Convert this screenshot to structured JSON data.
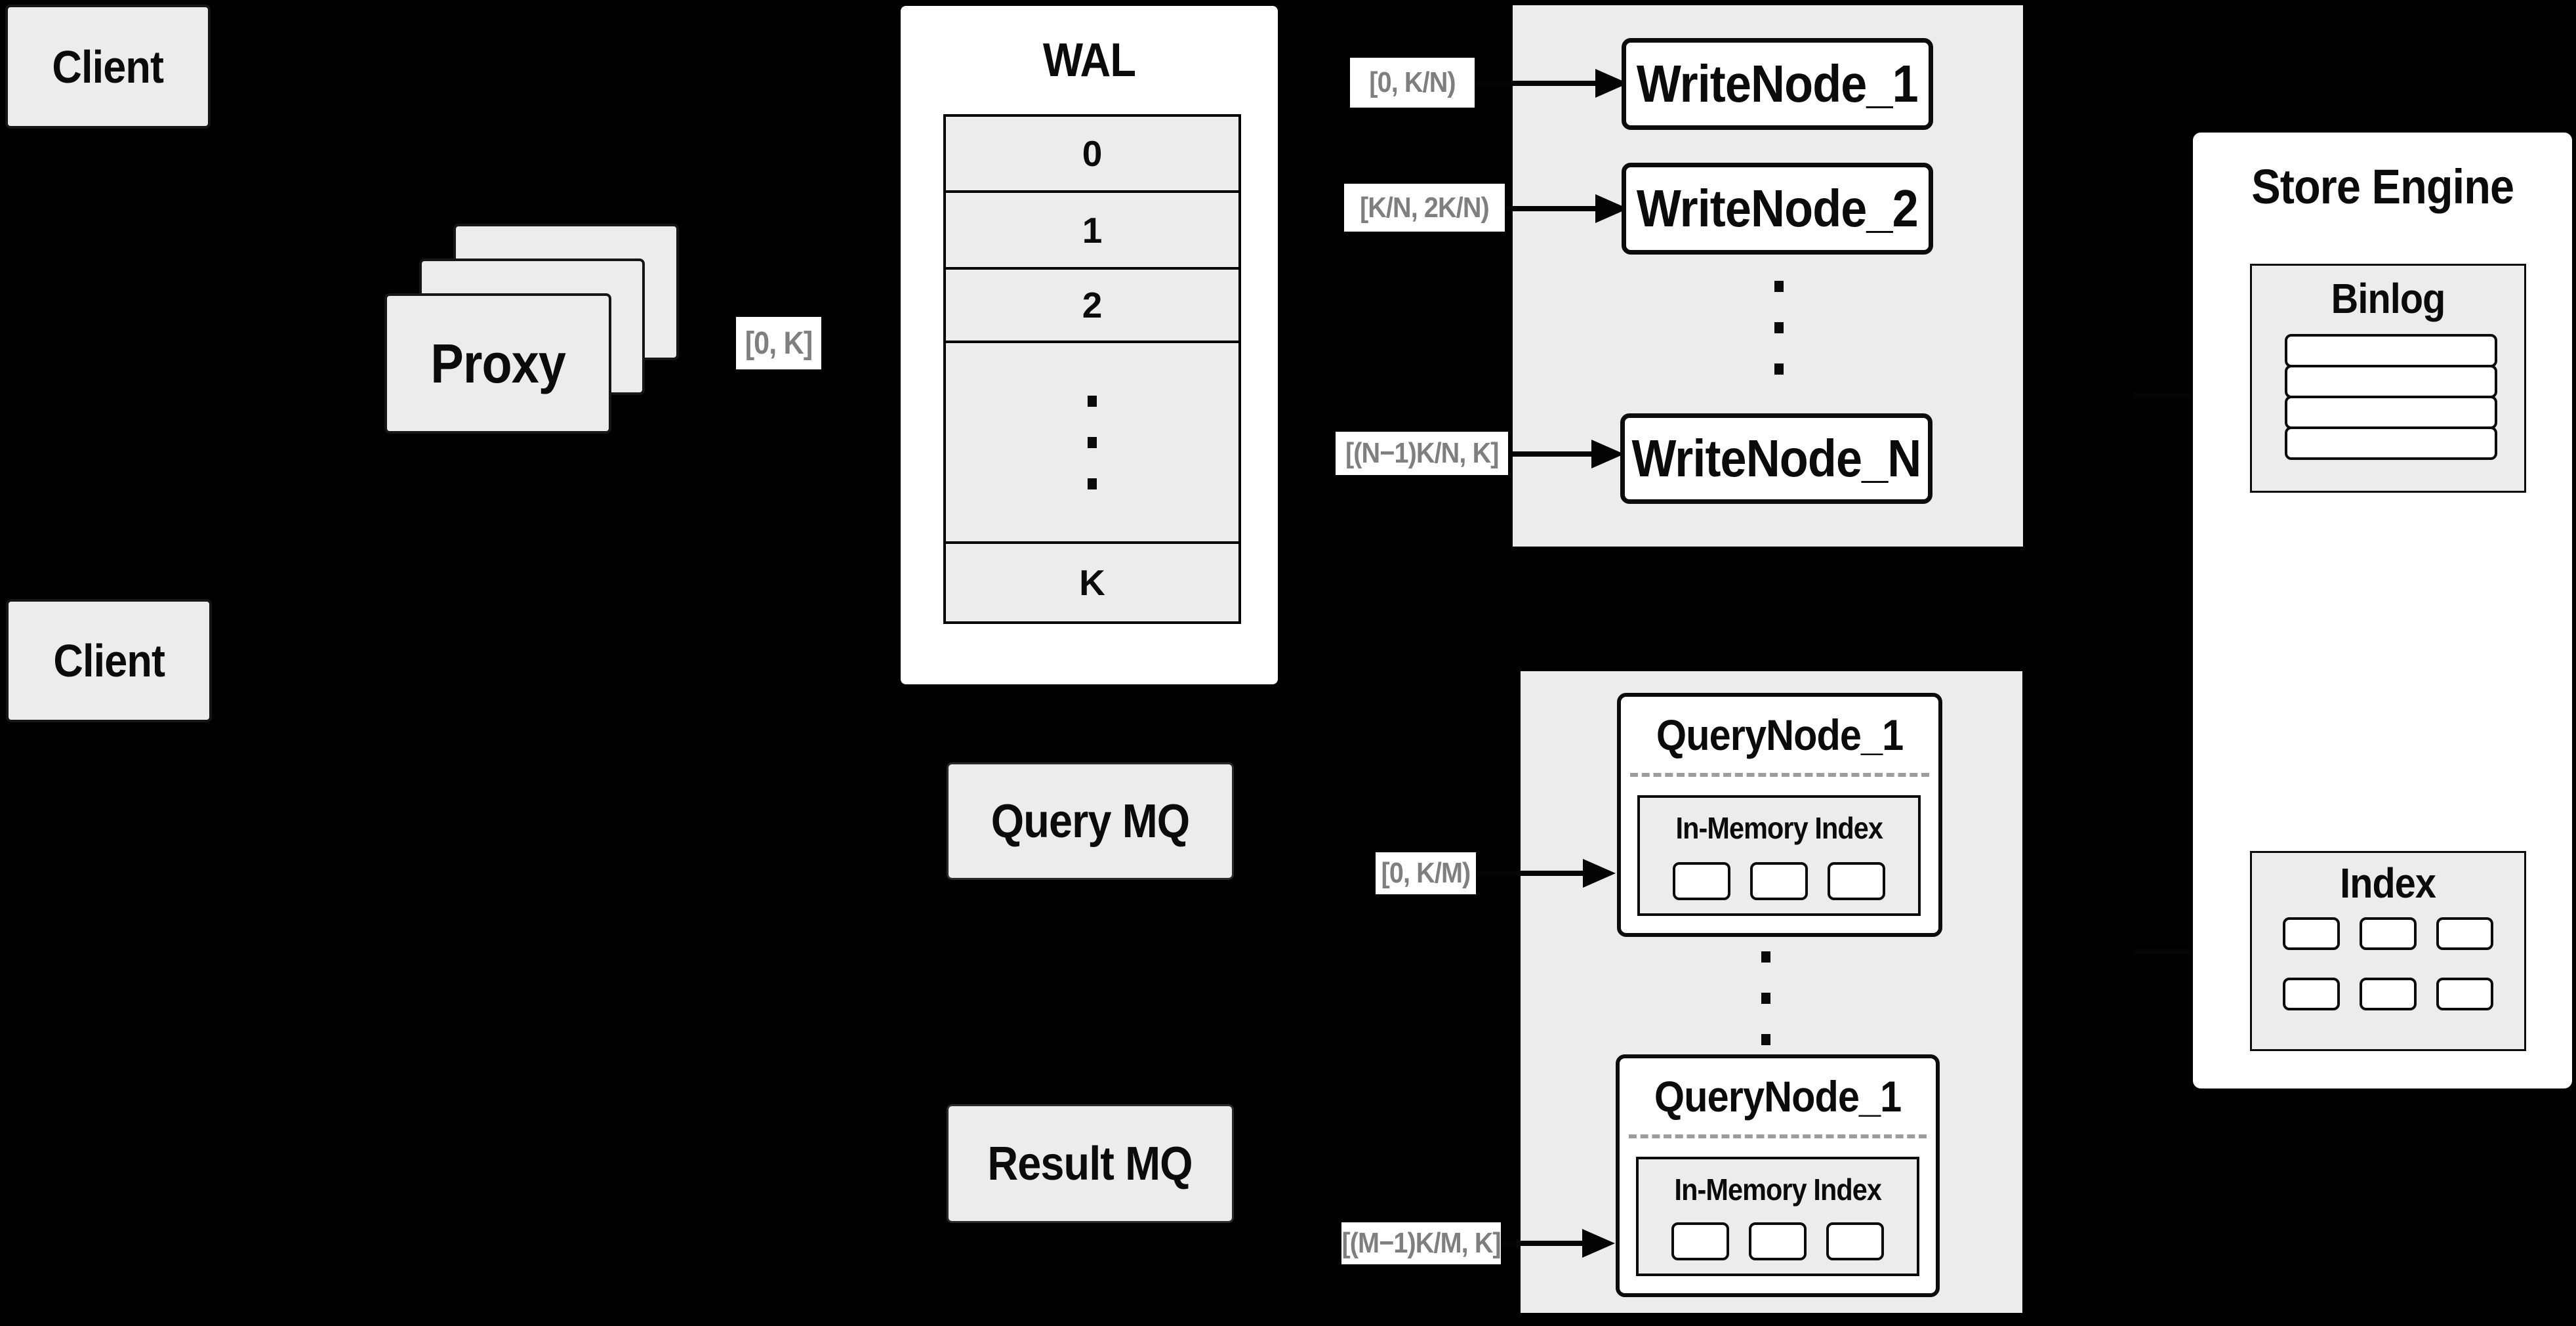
{
  "clients": {
    "top": "Client",
    "bottom": "Client"
  },
  "proxy": {
    "label": "Proxy"
  },
  "wal": {
    "title": "WAL",
    "segments": [
      "0",
      "1",
      "2"
    ],
    "last_segment": "K"
  },
  "range_labels": {
    "proxy_out": "[0, K]",
    "write_1": "[0, K/N)",
    "write_2": "[K/N, 2K/N)",
    "write_n": "[(N−1)K/N, K]",
    "query_1": "[0, K/M)",
    "query_2": "[(M−1)K/M, K]"
  },
  "write_panel": {
    "nodes": [
      "WriteNode_1",
      "WriteNode_2",
      "WriteNode_N"
    ]
  },
  "query_panel": {
    "nodes": [
      {
        "title": "QueryNode_1",
        "inner_title": "In-Memory Index"
      },
      {
        "title": "QueryNode_1",
        "inner_title": "In-Memory Index"
      }
    ]
  },
  "store_engine": {
    "title": "Store Engine",
    "binlog_title": "Binlog",
    "index_title": "Index"
  },
  "mq": {
    "query": "Query MQ",
    "result": "Result MQ"
  },
  "colors": {
    "background": "#000000",
    "panel_gray": "#ececec",
    "box_gray": "#ececec",
    "white": "#ffffff",
    "border_black": "#0c0c0c",
    "label_text_gray": "#7f7f7f"
  }
}
